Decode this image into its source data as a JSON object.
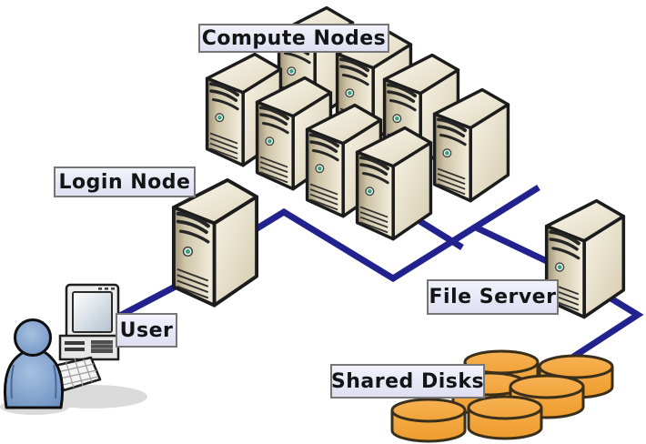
{
  "diagram": {
    "type": "hpc-cluster-architecture",
    "background": "#ffffff",
    "nodes": {
      "compute_nodes": {
        "label": "Compute Nodes",
        "count": 8,
        "icon": "tower-server-icon"
      },
      "login_node": {
        "label": "Login Node",
        "count": 1,
        "icon": "tower-server-icon"
      },
      "user": {
        "label": "User",
        "count": 1,
        "icon": "person-at-computer-icon"
      },
      "file_server": {
        "label": "File Server",
        "count": 1,
        "icon": "tower-server-icon"
      },
      "shared_disks": {
        "label": "Shared Disks",
        "count": 6,
        "icon": "disk-cylinder-icon"
      }
    },
    "connections": [
      {
        "from": "user",
        "to": "login_node"
      },
      {
        "from": "login_node",
        "to": "compute_nodes"
      },
      {
        "from": "compute_nodes",
        "to": "file_server"
      },
      {
        "from": "file_server",
        "to": "shared_disks"
      }
    ],
    "colors": {
      "network_line": "#22228f",
      "server_outline": "#1c1c1c",
      "server_front": "#cfc5a8",
      "server_side": "#e9e2cc",
      "server_top": "#efe9d8",
      "led_green": "#35a27f",
      "disk_fill": "#f2a13a",
      "disk_outline": "#3a2f1b",
      "person_fill": "#7e9fcd",
      "label_background": "#e9e9f8",
      "label_border": "#767676",
      "label_text": "#141414"
    }
  }
}
